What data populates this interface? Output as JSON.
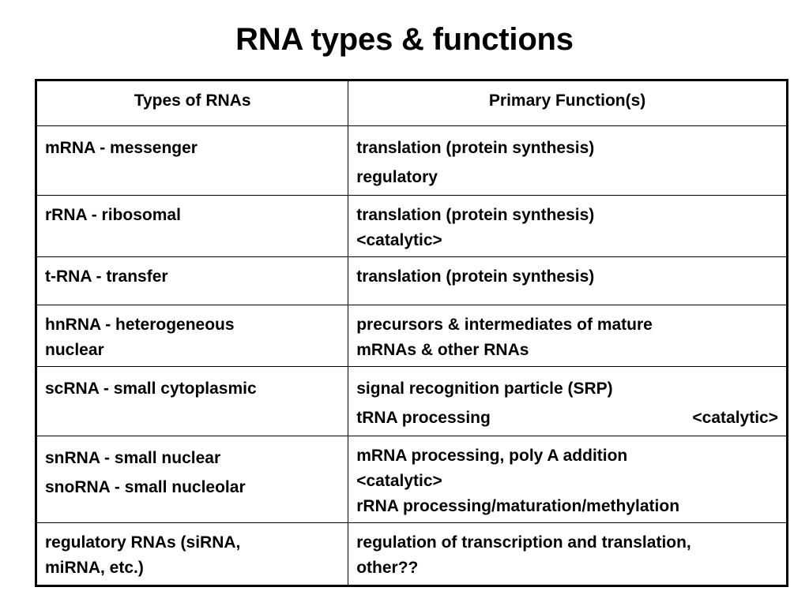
{
  "slide": {
    "title": "RNA types & functions",
    "background_color": "#ffffff",
    "text_color": "#000000"
  },
  "table": {
    "border_color": "#000000",
    "headers": {
      "types": "Types of RNAs",
      "functions": "Primary Function(s)"
    },
    "rows": [
      {
        "type_lines": [
          "mRNA - messenger"
        ],
        "function_lines": [
          "translation (protein synthesis)",
          "regulatory"
        ]
      },
      {
        "type_lines": [
          "rRNA - ribosomal"
        ],
        "function_lines": [
          "translation (protein synthesis)",
          "<catalytic>"
        ]
      },
      {
        "type_lines": [
          "t-RNA - transfer"
        ],
        "function_lines": [
          "translation (protein synthesis)"
        ]
      },
      {
        "type_lines": [
          "hnRNA - heterogeneous",
          "nuclear"
        ],
        "function_lines": [
          "precursors & intermediates of mature",
          "mRNAs & other RNAs"
        ]
      },
      {
        "type_lines": [
          "scRNA - small cytoplasmic"
        ],
        "function_lines": [
          "signal recognition particle (SRP)"
        ],
        "function_split_line": {
          "left": "tRNA processing",
          "right": "<catalytic>"
        }
      },
      {
        "type_lines": [
          "snRNA - small nuclear",
          "snoRNA - small nucleolar"
        ],
        "function_lines": [
          "mRNA processing, poly A addition",
          "<catalytic>",
          "rRNA processing/maturation/methylation"
        ]
      },
      {
        "type_lines": [
          "regulatory RNAs (siRNA,",
          "miRNA, etc.)"
        ],
        "function_lines": [
          "regulation of transcription and translation,",
          "other??"
        ]
      }
    ]
  }
}
